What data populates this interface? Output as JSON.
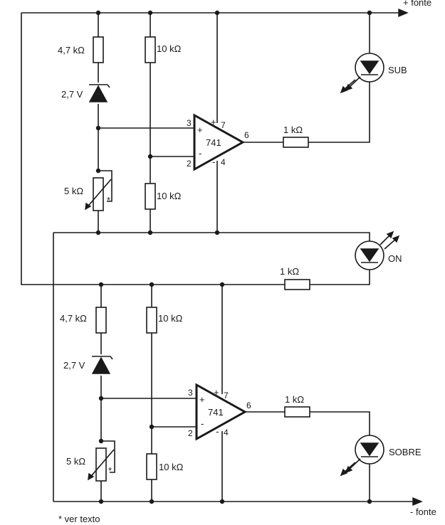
{
  "rails": {
    "positive": "+ fonte",
    "negative": "- fonte"
  },
  "top_stage": {
    "r1": "4,7 kΩ",
    "zener": "2,7 V",
    "pot": "5 kΩ",
    "pot_note": "*",
    "r_div_top": "10 kΩ",
    "r_div_bottom": "10 kΩ",
    "opamp": "741",
    "pin_noninv": "3",
    "pin_inv": "2",
    "pin_vplus": "7",
    "pin_vminus": "4",
    "pin_out": "6",
    "sign_plus": "+",
    "sign_minus": "-",
    "r_out": "1 kΩ",
    "led": "SUB"
  },
  "middle": {
    "led": "ON",
    "r": "1 kΩ"
  },
  "bottom_stage": {
    "r1": "4,7 kΩ",
    "zener": "2,7 V",
    "pot": "5 kΩ",
    "pot_note": "*",
    "r_div_top": "10 kΩ",
    "r_div_bottom": "10 kΩ",
    "opamp": "741",
    "pin_noninv": "3",
    "pin_inv": "2",
    "pin_vplus": "7",
    "pin_vminus": "4",
    "pin_out": "6",
    "sign_plus": "+",
    "sign_minus": "-",
    "r_out": "1 kΩ",
    "led": "SOBRE"
  },
  "footnote": "* ver texto"
}
